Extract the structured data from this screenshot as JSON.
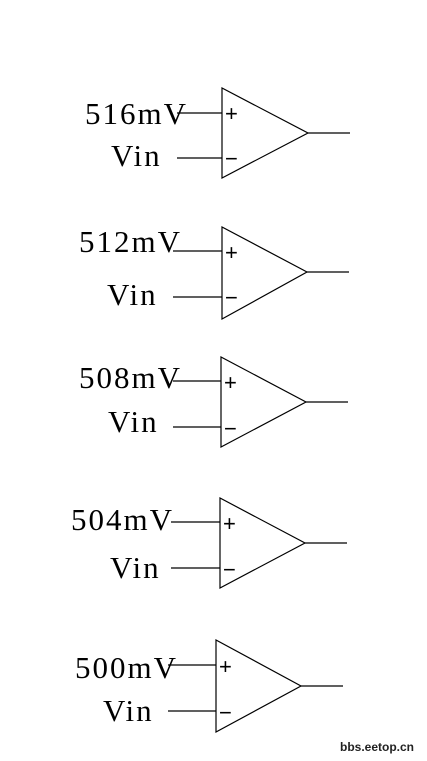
{
  "comparators": [
    {
      "ref_label": "516mV",
      "input_label": "Vin",
      "plus_sign": "+",
      "minus_sign": "−"
    },
    {
      "ref_label": "512mV",
      "input_label": "Vin",
      "plus_sign": "+",
      "minus_sign": "−"
    },
    {
      "ref_label": "508mV",
      "input_label": "Vin",
      "plus_sign": "+",
      "minus_sign": "−"
    },
    {
      "ref_label": "504mV",
      "input_label": "Vin",
      "plus_sign": "+",
      "minus_sign": "−"
    },
    {
      "ref_label": "500mV",
      "input_label": "Vin",
      "plus_sign": "+",
      "minus_sign": "−"
    }
  ],
  "watermark": "bbs.eetop.cn"
}
